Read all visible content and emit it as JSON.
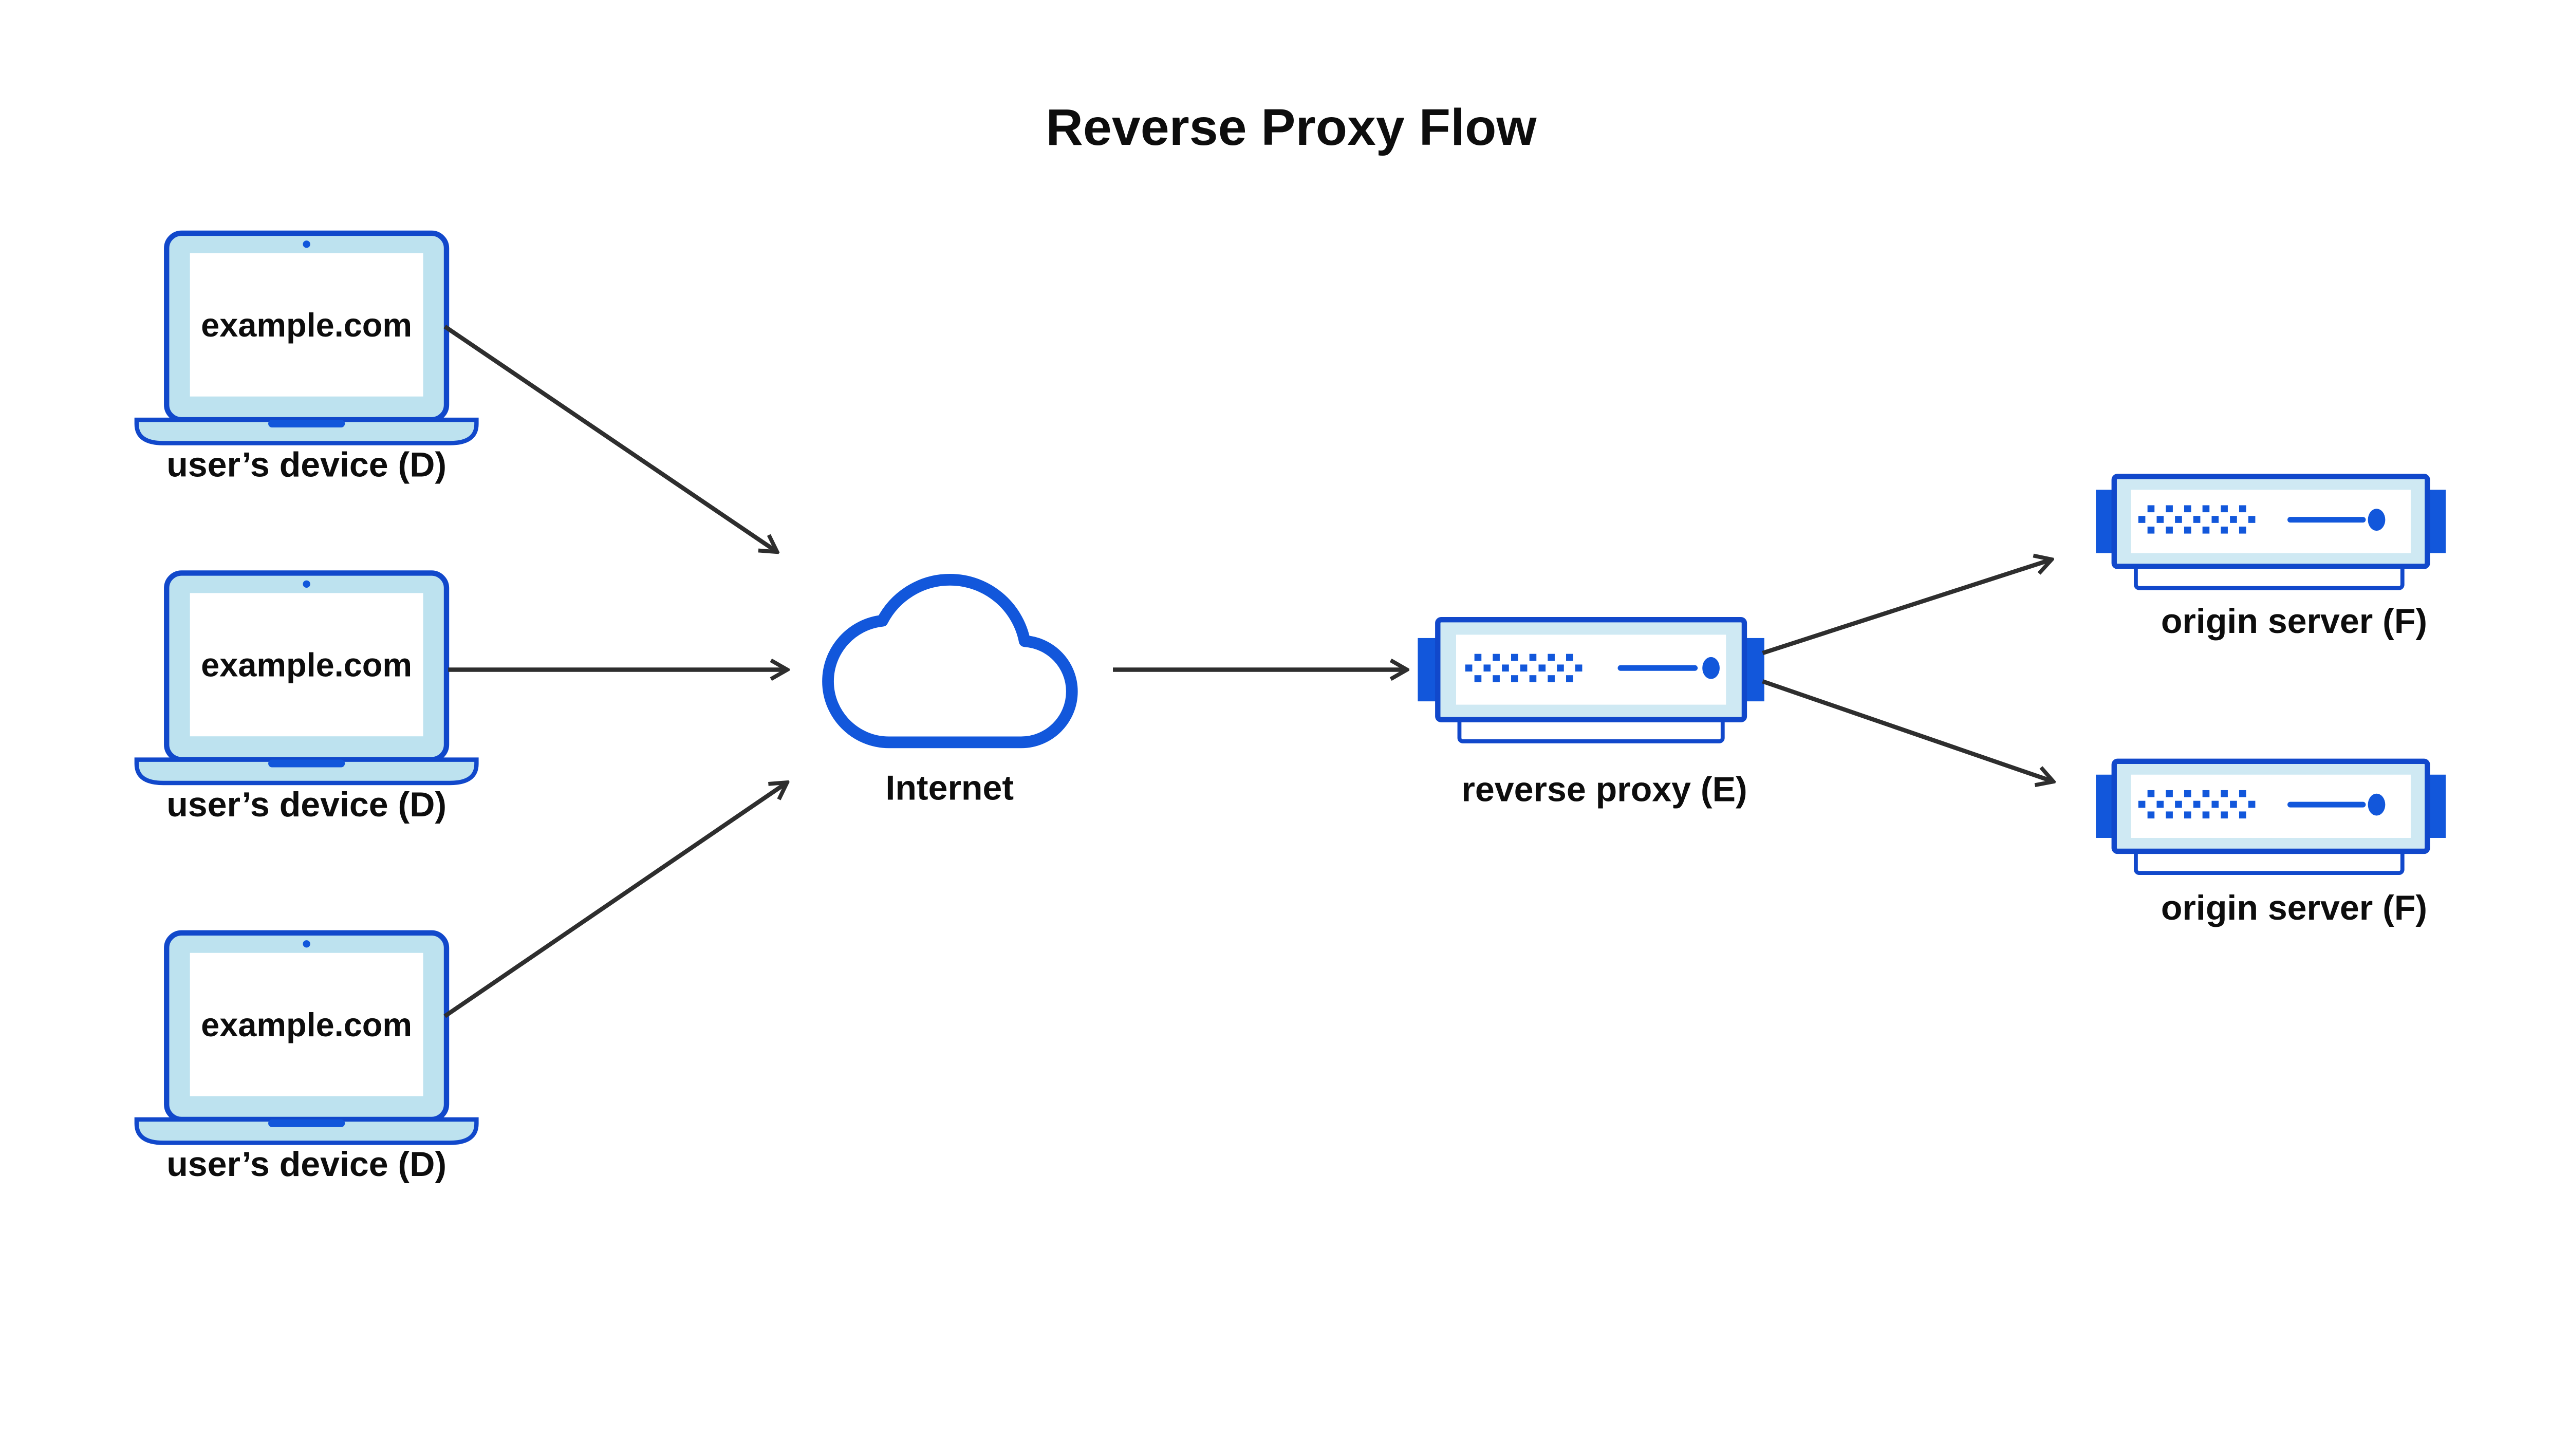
{
  "diagram": {
    "title": "Reverse Proxy Flow",
    "devices": [
      {
        "id": "user-device-1",
        "screen_text": "example.com",
        "label": "user’s device (D)"
      },
      {
        "id": "user-device-2",
        "screen_text": "example.com",
        "label": "user’s device (D)"
      },
      {
        "id": "user-device-3",
        "screen_text": "example.com",
        "label": "user’s device (D)"
      }
    ],
    "internet": {
      "id": "internet",
      "label": "Internet"
    },
    "reverse_proxy": {
      "id": "reverse-proxy",
      "label": "reverse proxy (E)"
    },
    "origin_servers": [
      {
        "id": "origin-server-1",
        "label": "origin server (F)"
      },
      {
        "id": "origin-server-2",
        "label": "origin server (F)"
      }
    ],
    "edges": [
      {
        "from": "user-device-1",
        "to": "internet"
      },
      {
        "from": "user-device-2",
        "to": "internet"
      },
      {
        "from": "user-device-3",
        "to": "internet"
      },
      {
        "from": "internet",
        "to": "reverse-proxy"
      },
      {
        "from": "reverse-proxy",
        "to": "origin-server-1"
      },
      {
        "from": "reverse-proxy",
        "to": "origin-server-2"
      }
    ],
    "colors": {
      "outline_blue": "#1148CB",
      "accent_blue": "#1257DB",
      "laptop_fill": "#BDE2EF",
      "server_fill": "#CFE9F3",
      "arrow": "#2E2E2E",
      "text": "#0D0D0D",
      "background": "#FFFFFF"
    }
  }
}
